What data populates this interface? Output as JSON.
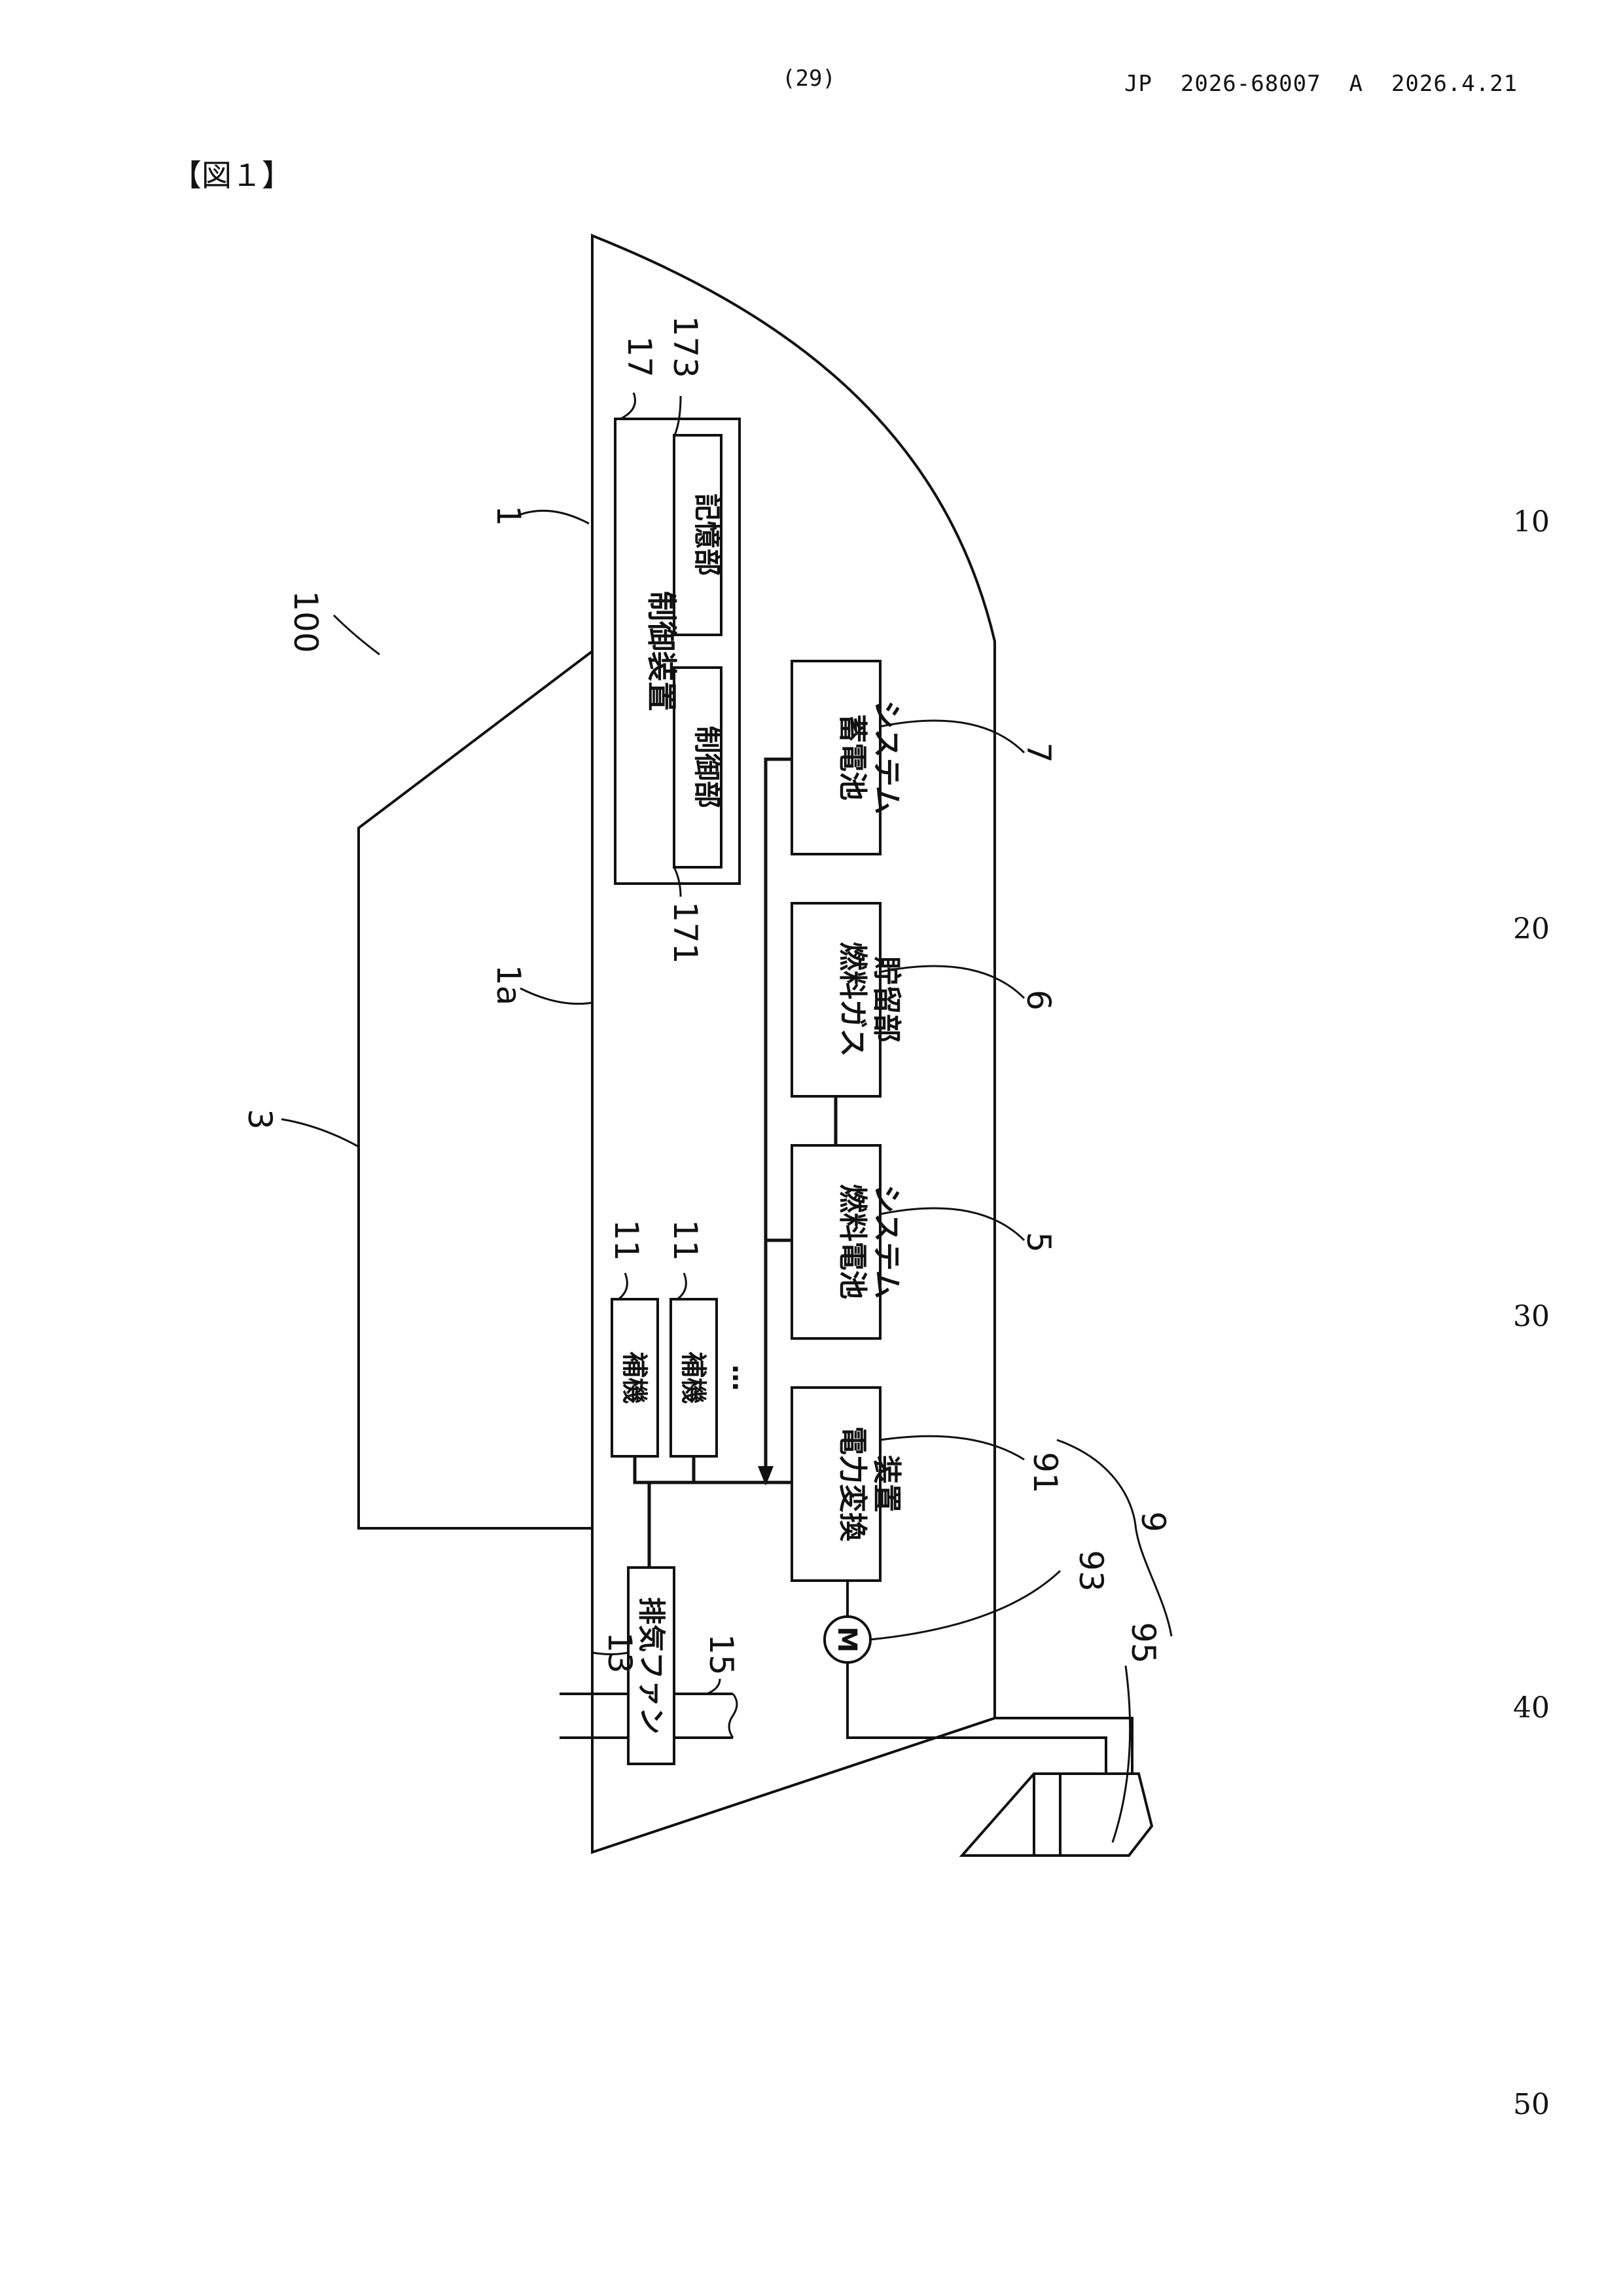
{
  "header": {
    "page_number": "(29)",
    "publication": "JP  2026-68007  A  2026.4.21"
  },
  "figure_label": "【図１】",
  "line_numbers": [
    "10",
    "20",
    "30",
    "40",
    "50"
  ],
  "figure": {
    "blocks": {
      "control_device": "制御装置",
      "control_unit": "制御部",
      "storage_unit": "記憶部",
      "battery_line1": "蓄電池",
      "battery_line2": "システム",
      "fuel_gas_line1": "燃料ガス",
      "fuel_gas_line2": "貯留部",
      "fuel_cell_line1": "燃料電池",
      "fuel_cell_line2": "システム",
      "power_conv_line1": "電力変換",
      "power_conv_line2": "装置",
      "auxiliary_a": "補機",
      "auxiliary_b": "補機",
      "exhaust_fan": "排気ファン",
      "motor": "M",
      "ellipsis": "…"
    },
    "refs": {
      "r100": "100",
      "r1": "1",
      "r1a": "1a",
      "r3": "3",
      "r5": "5",
      "r6": "6",
      "r7": "7",
      "r9": "9",
      "r11a": "11",
      "r11b": "11",
      "r13": "13",
      "r15": "15",
      "r17": "17",
      "r91": "91",
      "r93": "93",
      "r95": "95",
      "r171": "171",
      "r173": "173"
    }
  }
}
